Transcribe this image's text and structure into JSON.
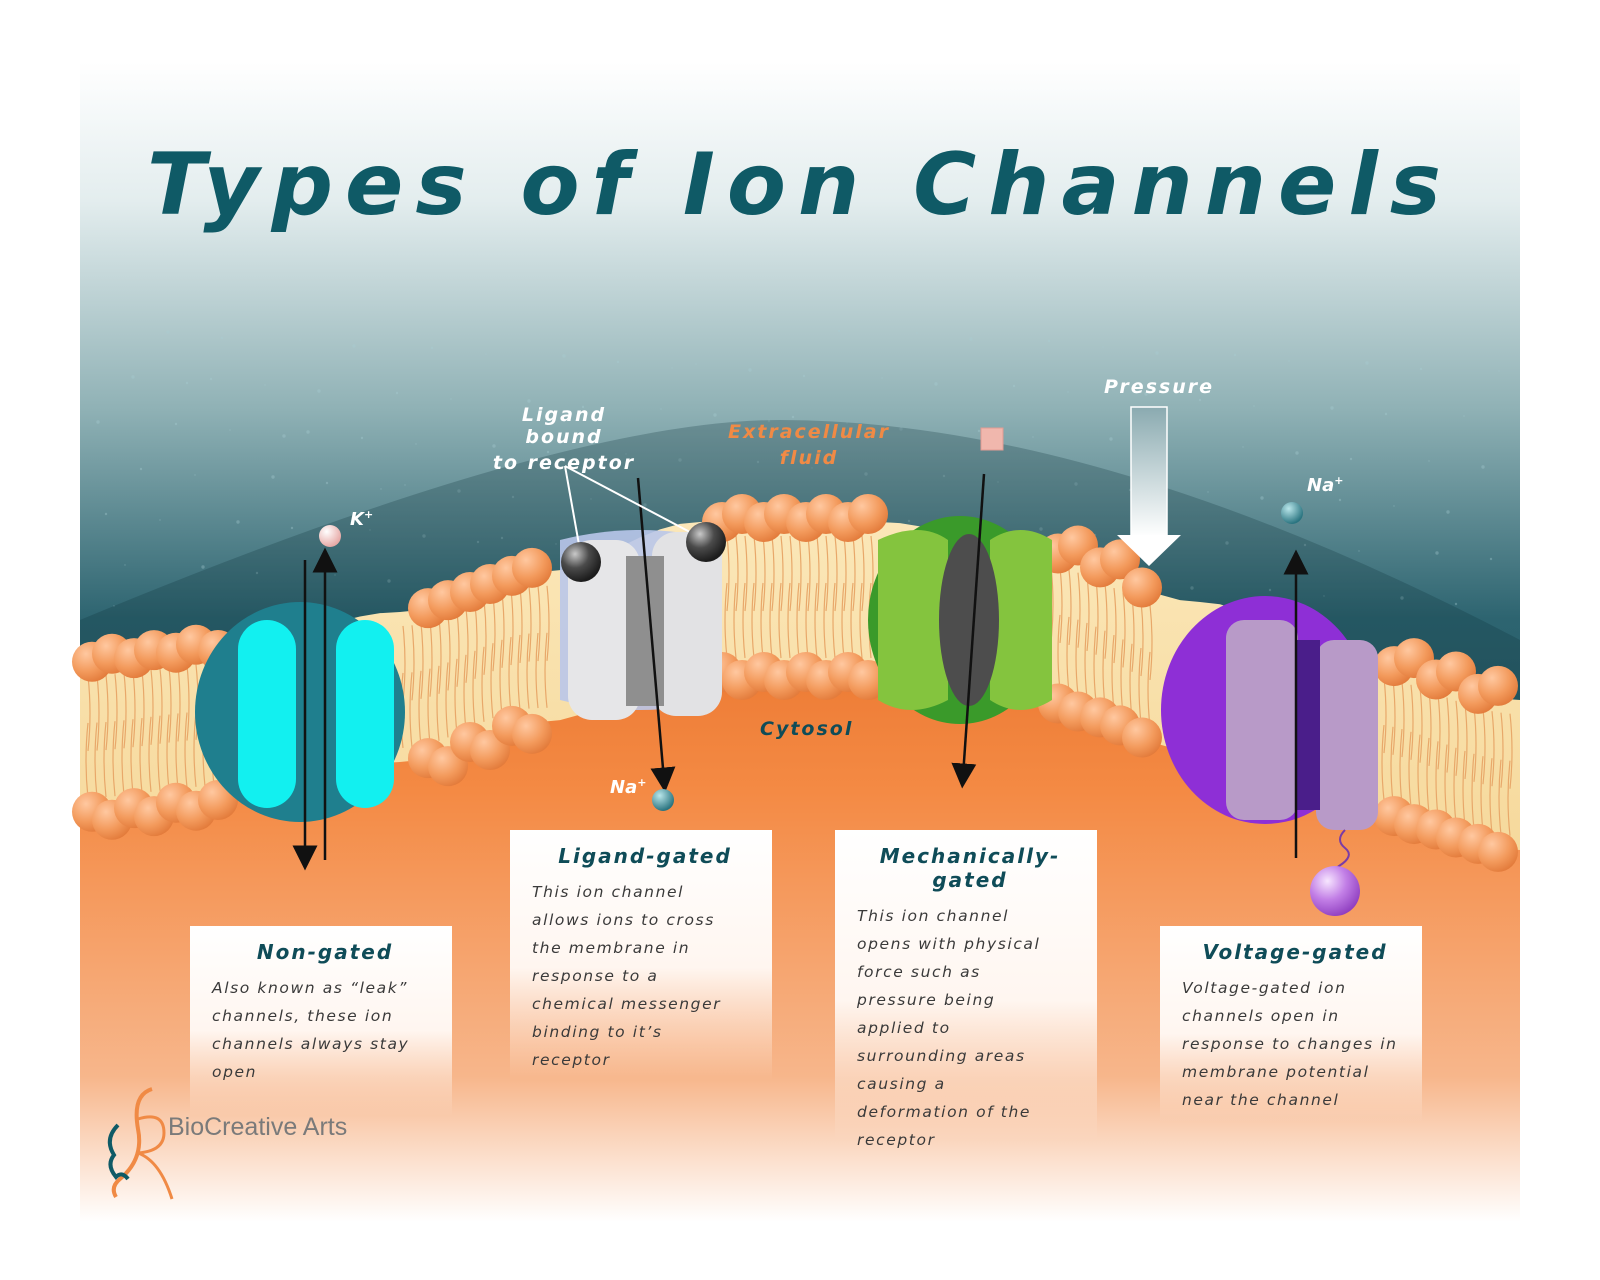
{
  "title": "Types of Ion Channels",
  "labels": {
    "ligand_bound": [
      "Ligand bound",
      "to receptor"
    ],
    "extracellular": [
      "Extracellular",
      "fluid"
    ],
    "cytosol": "Cytosol",
    "pressure": "Pressure",
    "ion_k": "K",
    "ion_na": "Na",
    "charge": "+"
  },
  "cards": [
    {
      "title": "Non-gated",
      "lines": [
        "Also known as “leak”",
        "channels, these ion",
        "channels always stay",
        "open"
      ]
    },
    {
      "title": "Ligand-gated",
      "lines": [
        "This ion channel",
        "allows ions to cross",
        "the membrane in",
        "response to a",
        "chemical messenger",
        "binding to it’s",
        "receptor"
      ]
    },
    {
      "title": "Mechanically-gated",
      "lines": [
        "This ion channel",
        "opens with physical",
        "force such as",
        "pressure being",
        "applied to",
        "surrounding areas",
        "causing a",
        "deformation of the",
        "receptor"
      ]
    },
    {
      "title": "Voltage-gated",
      "lines": [
        "Voltage-gated ion",
        "channels open in",
        "response to changes in",
        "membrane potential",
        "near the channel"
      ]
    }
  ],
  "brand": "BioCreative Arts",
  "colors": {
    "title": "#0f5a66",
    "extracellular_dark": "#164d5a",
    "cytosol": "#f3873e",
    "lipid_head": "#f29a5e",
    "nongated_channel": "#12f0f0",
    "ligand_channel": "#e4e4e6",
    "mechanical_channel": "#7fc23c",
    "voltage_channel": "#b592c8",
    "text_teal": "#0f4c58",
    "text_orange": "#f08a45"
  }
}
